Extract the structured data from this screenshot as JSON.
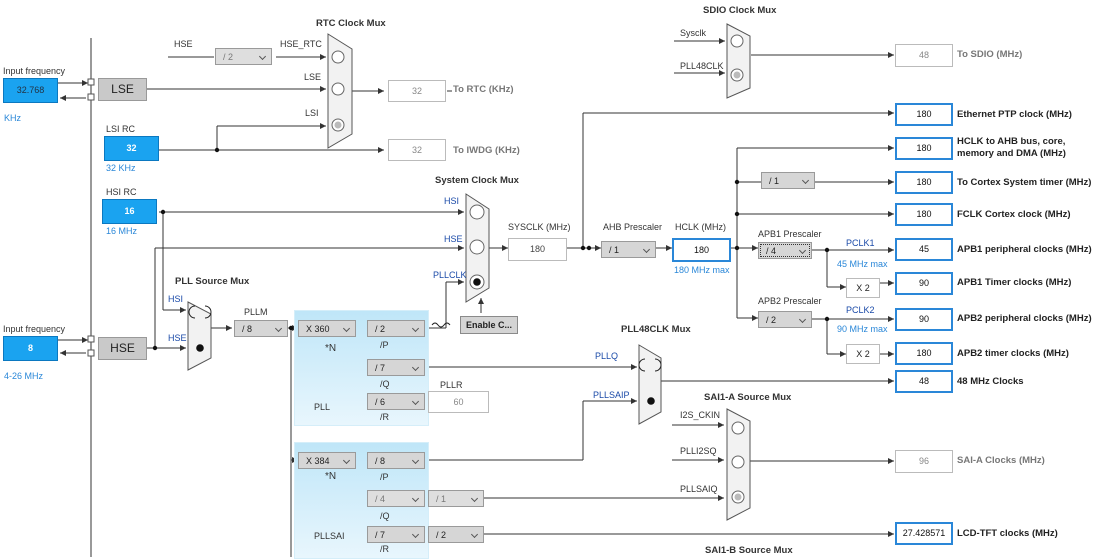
{
  "rtc_mux": {
    "title": "RTC Clock Mux",
    "in_hse": "HSE",
    "hse_div": "/ 2",
    "hse_rtc": "HSE_RTC",
    "lse": "LSE",
    "lsi": "LSI",
    "rtc_value": "32",
    "rtc_out": "To RTC (KHz)",
    "iwdg_value": "32",
    "iwdg_out": "To IWDG (KHz)"
  },
  "lse": {
    "label": "Input frequency",
    "value": "32.768",
    "unit": "KHz",
    "block": "LSE"
  },
  "lsi": {
    "label": "LSI RC",
    "value": "32",
    "unit": "32 KHz"
  },
  "hsi": {
    "label": "HSI RC",
    "value": "16",
    "unit": "16 MHz"
  },
  "hse": {
    "label": "Input frequency",
    "value": "8",
    "unit": "4-26 MHz",
    "block": "HSE"
  },
  "sysclk_mux": {
    "title": "System Clock Mux",
    "hsi": "HSI",
    "hse": "HSE",
    "pllclk": "PLLCLK",
    "enable": "Enable C..."
  },
  "pll_source_mux": {
    "title": "PLL Source Mux",
    "hsi": "HSI",
    "hse": "HSE"
  },
  "pll": {
    "pllm_label": "PLLM",
    "pllm": "/ 8",
    "n": "X 360",
    "n_label": "*N",
    "p": "/ 2",
    "p_label": "/P",
    "q": "/ 7",
    "q_label": "/Q",
    "r": "/ 6",
    "r_label": "/R",
    "name": "PLL",
    "pllr_label": "PLLR",
    "pllr_value": "60"
  },
  "pllsai": {
    "n": "X 384",
    "n_label": "*N",
    "p": "/ 8",
    "p_label": "/P",
    "q": "/ 4",
    "q_label": "/Q",
    "q2": "/ 1",
    "r": "/ 7",
    "r_label": "/R",
    "r2": "/ 2",
    "name": "PLLSAI"
  },
  "sysclk": {
    "label": "SYSCLK (MHz)",
    "value": "180"
  },
  "ahb": {
    "label": "AHB Prescaler",
    "value": "/ 1"
  },
  "hclk": {
    "label": "HCLK (MHz)",
    "value": "180",
    "max": "180 MHz max"
  },
  "apb1": {
    "label": "APB1 Prescaler",
    "value": "/ 4",
    "pclk": "PCLK1",
    "max": "45 MHz max",
    "x2": "X 2"
  },
  "apb2": {
    "label": "APB2 Prescaler",
    "value": "/ 2",
    "pclk": "PCLK2",
    "max": "90 MHz max",
    "x2": "X 2"
  },
  "cortex_div": "/ 1",
  "sdio_mux": {
    "title": "SDIO Clock Mux",
    "sysclk": "Sysclk",
    "pll48": "PLL48CLK",
    "value": "48",
    "out": "To SDIO (MHz)"
  },
  "pll48_mux": {
    "title": "PLL48CLK Mux",
    "pllq": "PLLQ",
    "pllsaip": "PLLSAIP"
  },
  "sai1a_mux": {
    "title": "SAI1-A Source Mux",
    "i2s": "I2S_CKIN",
    "plli2sq": "PLLI2SQ",
    "pllsaiq": "PLLSAIQ",
    "value": "96",
    "out": "SAI-A Clocks (MHz)"
  },
  "sai1b_title": "SAI1-B Source Mux",
  "outputs": [
    {
      "value": "180",
      "label": "Ethernet PTP clock (MHz)"
    },
    {
      "value": "180",
      "label": "HCLK to AHB bus, core,",
      "label2": "memory and DMA (MHz)"
    },
    {
      "value": "180",
      "label": "To Cortex System timer (MHz)"
    },
    {
      "value": "180",
      "label": "FCLK Cortex clock (MHz)"
    },
    {
      "value": "45",
      "label": "APB1 peripheral clocks (MHz)"
    },
    {
      "value": "90",
      "label": "APB1 Timer clocks (MHz)"
    },
    {
      "value": "90",
      "label": "APB2 peripheral clocks (MHz)"
    },
    {
      "value": "180",
      "label": "APB2 timer clocks (MHz)"
    },
    {
      "value": "48",
      "label": "48 MHz Clocks"
    },
    {
      "value": "27.428571",
      "label": "LCD-TFT clocks (MHz)"
    }
  ]
}
